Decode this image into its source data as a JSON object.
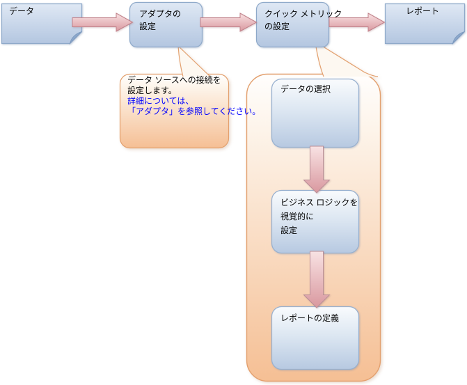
{
  "nodes": {
    "data": "データ",
    "adapter": "アダプタの\n設定",
    "quick_metric": "クイック メトリック\nの設定",
    "report": "レポート"
  },
  "adapter_callout": {
    "lines": [
      "データ ソースへの接続を",
      "設定します。",
      "詳細については、",
      "「アダプタ」を参照してください。"
    ]
  },
  "metric_callout": {
    "steps": [
      "データの選択",
      "ビジネス ロジックを\n視覚的に\n設定",
      "レポートの定義"
    ]
  },
  "colors": {
    "node_border": "#8ea9c9",
    "node_fill_top": "#dfe8f4",
    "node_fill_bottom": "#b3c6e0",
    "note_fold": "#8ca8cc",
    "step_fill_top": "#f9fbfd",
    "step_fill_bottom": "#b7c9e1",
    "arrow_border": "#c08089",
    "arrow_fill_top": "#f8e2e3",
    "arrow_fill_bottom": "#d9989f",
    "callout_border": "#e3a06e",
    "callout_fill_top": "#fffefd",
    "callout_fill_bottom": "#f5bf94",
    "link_text": "#0000ff",
    "body_text": "#000000"
  }
}
